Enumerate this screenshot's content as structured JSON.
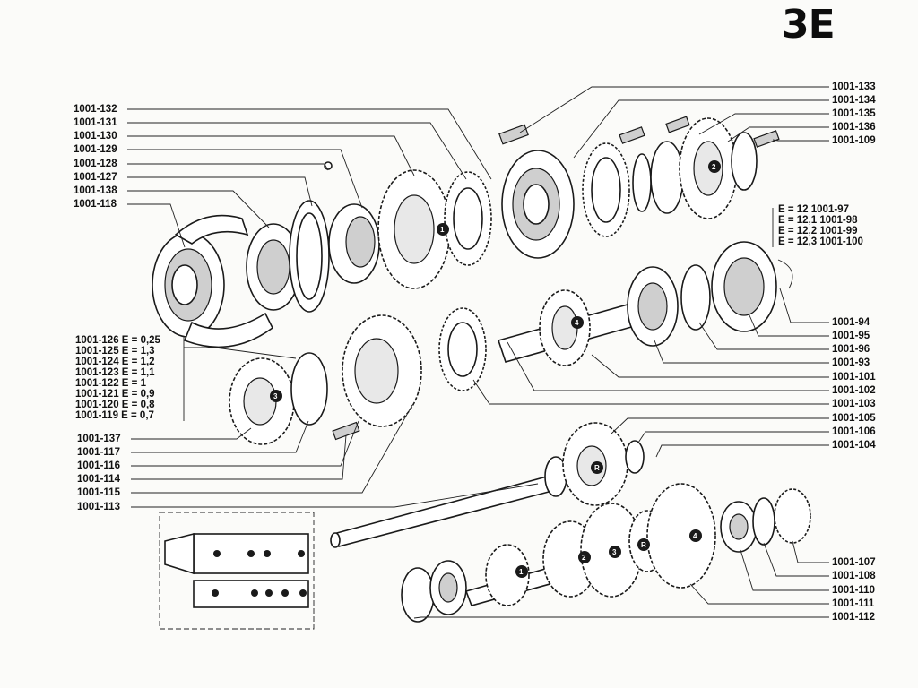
{
  "title": "3E",
  "left_labels": [
    "1001-132",
    "1001-131",
    "1001-130",
    "1001-129",
    "1001-128",
    "1001-127",
    "1001-138",
    "1001-118"
  ],
  "shim_labels": [
    "1001-126 E = 0,25",
    "1001-125 E = 1,3",
    "1001-124 E = 1,2",
    "1001-123 E = 1,1",
    "1001-122 E = 1",
    "1001-121 E = 0,9",
    "1001-120 E = 0,8",
    "1001-119 E = 0,7"
  ],
  "left_lower_labels": [
    "1001-137",
    "1001-117",
    "1001-116",
    "1001-114",
    "1001-115",
    "1001-113"
  ],
  "right_top_labels": [
    "1001-133",
    "1001-134",
    "1001-135",
    "1001-136",
    "1001-109"
  ],
  "right_e_labels": [
    "E = 12   1001-97",
    "E = 12,1 1001-98",
    "E = 12,2 1001-99",
    "E = 12,3 1001-100"
  ],
  "right_mid_labels": [
    "1001-94",
    "1001-95",
    "1001-96",
    "1001-93",
    "1001-101",
    "1001-102",
    "1001-103",
    "1001-105",
    "1001-106",
    "1001-104"
  ],
  "right_bottom_labels": [
    "1001-107",
    "1001-108",
    "1001-110",
    "1001-111",
    "1001-112"
  ],
  "gear_badges": [
    "1",
    "2",
    "3",
    "4",
    "R"
  ]
}
